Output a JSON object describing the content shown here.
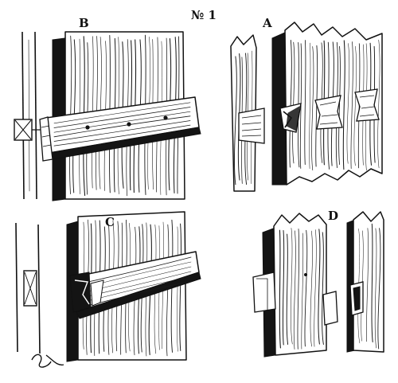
{
  "labels": {
    "fig_b": "B",
    "fig_num": "№ 1",
    "fig_a": "A",
    "fig_c": "C",
    "fig_d": "D"
  },
  "colors": {
    "ink": "#111111",
    "paper": "#ffffff"
  }
}
